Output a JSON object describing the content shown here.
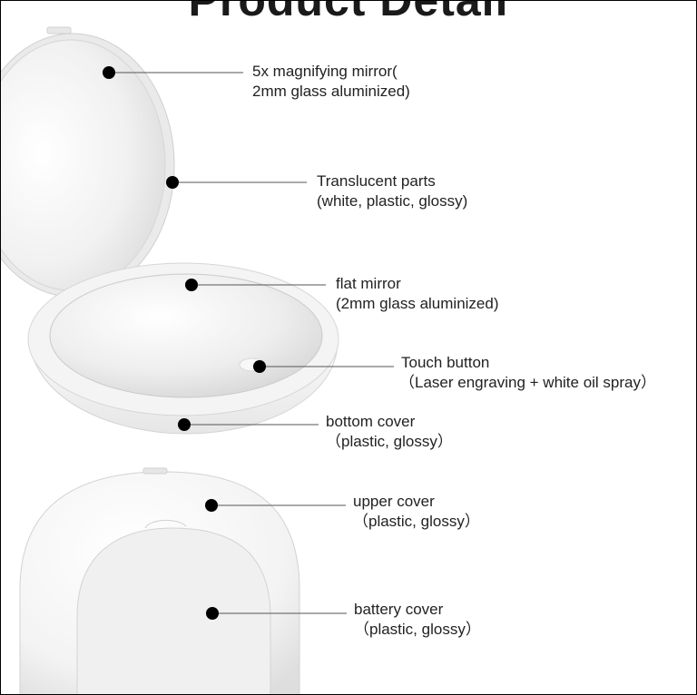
{
  "title": "Product Detail",
  "annotations": [
    {
      "line1": "5x magnifying mirror(",
      "line2": "2mm glass aluminized)"
    },
    {
      "line1": "Translucent parts",
      "line2": "(white, plastic, glossy)"
    },
    {
      "line1": "flat mirror",
      "line2": "(2mm glass aluminized)"
    },
    {
      "line1": "Touch button",
      "line2": "（Laser engraving + white oil spray）"
    },
    {
      "line1": "bottom cover",
      "line2": "（plastic, glossy）"
    },
    {
      "line1": "upper cover",
      "line2": "（plastic, glossy）"
    },
    {
      "line1": "battery cover",
      "line2": "（plastic, glossy）"
    }
  ],
  "colors": {
    "text": "#222222",
    "marker": "#000000",
    "leader": "#555555",
    "product": "#f2f2f2"
  }
}
